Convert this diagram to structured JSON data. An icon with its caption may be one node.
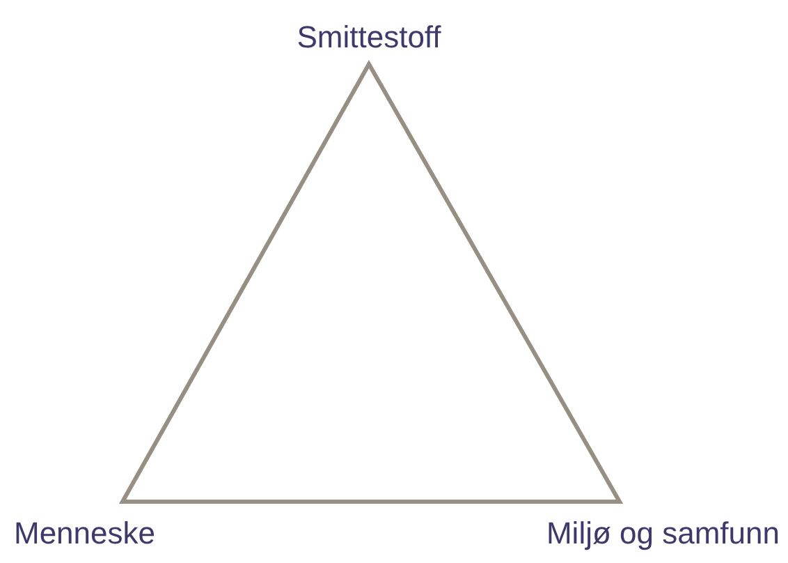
{
  "diagram": {
    "labels": [
      "Smittestoff",
      "Menneske",
      "Miljø og samfunn"
    ]
  }
}
